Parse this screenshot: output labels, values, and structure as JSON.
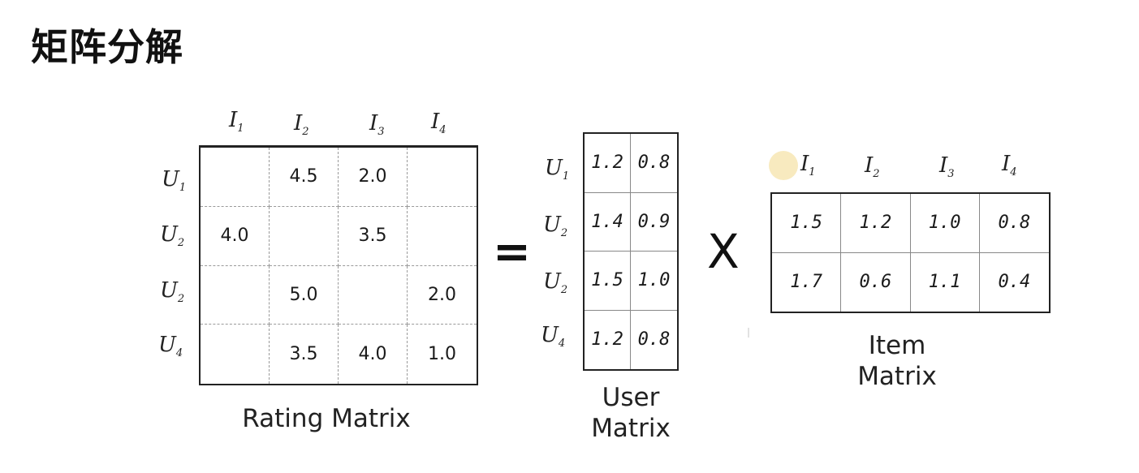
{
  "page": {
    "title": "矩阵分解"
  },
  "rating_matrix": {
    "caption": "Rating Matrix",
    "columns": [
      {
        "letter": "I",
        "sub": "1"
      },
      {
        "letter": "I",
        "sub": "2"
      },
      {
        "letter": "I",
        "sub": "3"
      },
      {
        "letter": "I",
        "sub": "4"
      }
    ],
    "rows": [
      {
        "letter": "U",
        "sub": "1"
      },
      {
        "letter": "U",
        "sub": "2"
      },
      {
        "letter": "U",
        "sub": "2"
      },
      {
        "letter": "U",
        "sub": "4"
      }
    ],
    "cells": [
      [
        "",
        "4.5",
        "2.0",
        ""
      ],
      [
        "4.0",
        "",
        "3.5",
        ""
      ],
      [
        "",
        "5.0",
        "",
        "2.0"
      ],
      [
        "",
        "3.5",
        "4.0",
        "1.0"
      ]
    ]
  },
  "operators": {
    "equals": "=",
    "times": "X"
  },
  "user_matrix": {
    "caption_line1": "User",
    "caption_line2": "Matrix",
    "rows": [
      {
        "letter": "U",
        "sub": "1"
      },
      {
        "letter": "U",
        "sub": "2"
      },
      {
        "letter": "U",
        "sub": "2"
      },
      {
        "letter": "U",
        "sub": "4"
      }
    ],
    "cells": [
      [
        "1.2",
        "0.8"
      ],
      [
        "1.4",
        "0.9"
      ],
      [
        "1.5",
        "1.0"
      ],
      [
        "1.2",
        "0.8"
      ]
    ]
  },
  "item_matrix": {
    "caption_line1": "Item",
    "caption_line2": "Matrix",
    "columns": [
      {
        "letter": "I",
        "sub": "1"
      },
      {
        "letter": "I",
        "sub": "2"
      },
      {
        "letter": "I",
        "sub": "3"
      },
      {
        "letter": "I",
        "sub": "4"
      }
    ],
    "cells": [
      [
        "1.5",
        "1.2",
        "1.0",
        "0.8"
      ],
      [
        "1.7",
        "0.6",
        "1.1",
        "0.4"
      ]
    ]
  }
}
